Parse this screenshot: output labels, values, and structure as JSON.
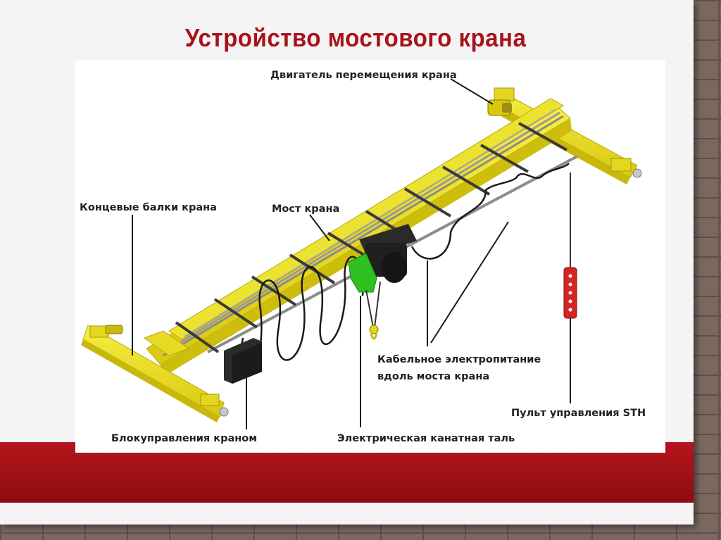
{
  "slide": {
    "title": "Устройство  мостового крана"
  },
  "labels": {
    "motor": "Двигатель перемещения крана",
    "end_beams": "Концевые балки крана",
    "bridge": "Мост крана",
    "cable_line1": "Кабельное электропитание",
    "cable_line2": "вдоль моста крана",
    "pendant": "Пульт управления STH",
    "control_block": "Блокуправления краном",
    "hoist": "Электрическая канатная таль"
  },
  "colors": {
    "crane_yellow": "#f2e41a",
    "hoist_green": "#2ec11f",
    "title_red": "#a8131b",
    "band_red": "#a8131b",
    "pendant_red": "#d42424"
  }
}
